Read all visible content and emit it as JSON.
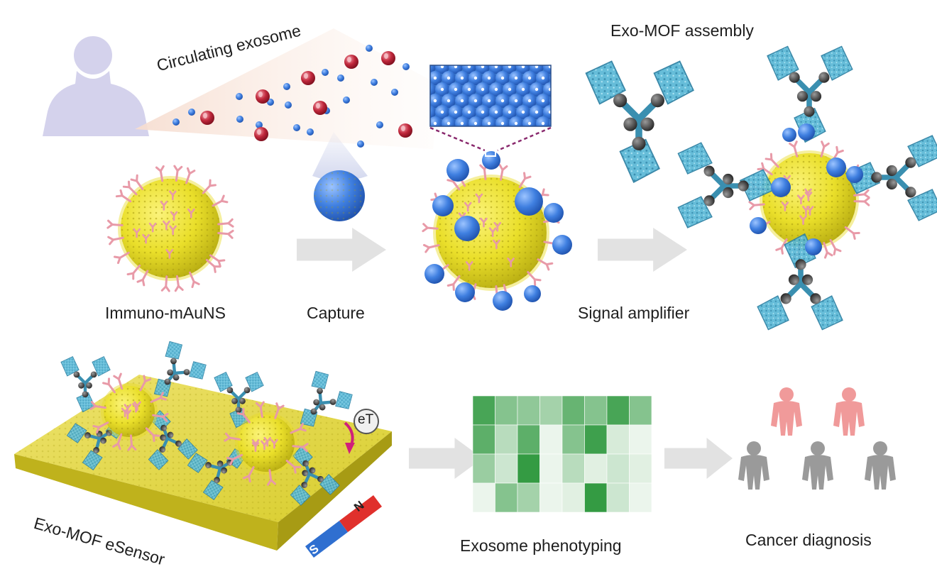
{
  "diagram": {
    "labels": {
      "circulating_exosome": "Circulating exosome",
      "exo_mof_assembly": "Exo-MOF assembly",
      "immuno_mausns": "Immuno-mAuNS",
      "capture": "Capture",
      "signal_amplifier": "Signal amplifier",
      "exo_mof_esensor": "Exo-MOF eSensor",
      "electron_transfer": "eT",
      "exosome_phenotyping": "Exosome phenotyping",
      "cancer_diagnosis": "Cancer diagnosis",
      "magnet_north": "N",
      "magnet_south": "S"
    },
    "heatmap": {
      "rows": 4,
      "cols": 8,
      "intensity": [
        [
          0.85,
          0.55,
          0.5,
          0.4,
          0.7,
          0.55,
          0.85,
          0.55
        ],
        [
          0.75,
          0.3,
          0.75,
          0.05,
          0.55,
          0.9,
          0.15,
          0.05
        ],
        [
          0.45,
          0.2,
          0.95,
          0.05,
          0.3,
          0.1,
          0.2,
          0.1
        ],
        [
          0.05,
          0.55,
          0.4,
          0.05,
          0.1,
          0.95,
          0.2,
          0.05
        ]
      ]
    },
    "people": [
      {
        "status": "cancer"
      },
      {
        "status": "cancer"
      },
      {
        "status": "healthy"
      },
      {
        "status": "healthy"
      },
      {
        "status": "healthy"
      }
    ],
    "colors": {
      "gold": "#eadf2a",
      "gold_dark": "#b8ad12",
      "exosome_blue": "#3f7fe0",
      "exosome_red": "#c0283c",
      "mof_teal": "#4fb4d2",
      "antibody_pink": "#e89aa8",
      "heatmap_green": "#2e9a3c",
      "arrow_gray": "#e2e2e2",
      "person_gray": "#9a9a9a",
      "person_pink": "#f09a9a",
      "silhouette": "#d4d2ec",
      "magenta_arrow": "#d0207a",
      "magnet_red": "#e0302c",
      "magnet_blue": "#2f6fd0"
    }
  }
}
